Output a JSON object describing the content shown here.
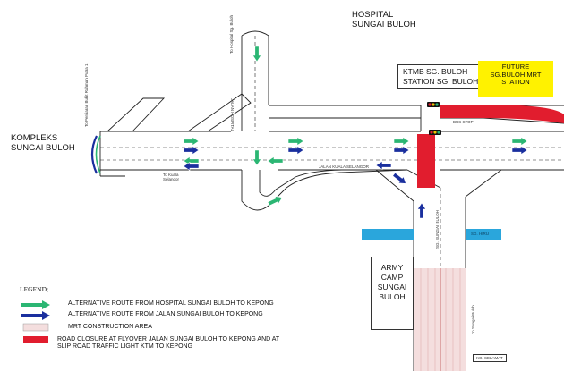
{
  "title": "",
  "places": {
    "hospital": "HOSPITAL\nSUNGAI BULOH",
    "kompleks": "KOMPLEKS\nSUNGAI BULOH",
    "ktmb": "KTMB SG. BULOH\nSTATION SG. BULOH",
    "future_mrt": "FUTURE\nSG.BULOH MRT\nSTATION",
    "army_camp": "ARMY\nCAMP\nSUNGAI\nBULOH"
  },
  "road_labels": {
    "jalan_hospital": "JALAN HOSPITAL",
    "jalan_kuala_selangor": "JALAN KUALA SELANGOR",
    "to_hospital": "To Hospital Sg. Buloh",
    "to_kuala_selangor": "To Kuala\nSelangor",
    "to_bukit_rahman": "To Persiaran Bukit Rahman Putra 1",
    "bus_stop": "BUS STOP",
    "sg_sungai_buloh": "SG. SUNGAI BULOH",
    "sg_selamat": "KG. SELAMAT",
    "to_sungai_buloh": "To Sungai Buloh",
    "sg_hiru": "SG. HIRU"
  },
  "legend": {
    "heading": "LEGEND;",
    "items": [
      {
        "key": "green",
        "label": "ALTERNATIVE ROUTE FROM HOSPITAL SUNGAI BULOH TO KEPONG",
        "color": "#2bb673"
      },
      {
        "key": "blue",
        "label": "ALTERNATIVE ROUTE FROM JALAN SUNGAI BULOH TO KEPONG",
        "color": "#1a2f9e"
      },
      {
        "key": "mrt",
        "label": "MRT CONSTRUCTION AREA",
        "color": "#f4dede"
      },
      {
        "key": "closure",
        "label": "ROAD CLOSURE AT FLYOVER JALAN SUNGAI BULOH TO KEPONG AND AT\nSLIP ROAD TRAFFIC LIGHT KTM TO KEPONG",
        "color": "#e11d2e"
      }
    ]
  },
  "colors": {
    "green_route": "#2bb673",
    "blue_route": "#1a2f9e",
    "closure": "#e11d2e",
    "river": "#2aa6dc",
    "mrt_station": "#fff200",
    "mrt_area": "#f4dede"
  }
}
